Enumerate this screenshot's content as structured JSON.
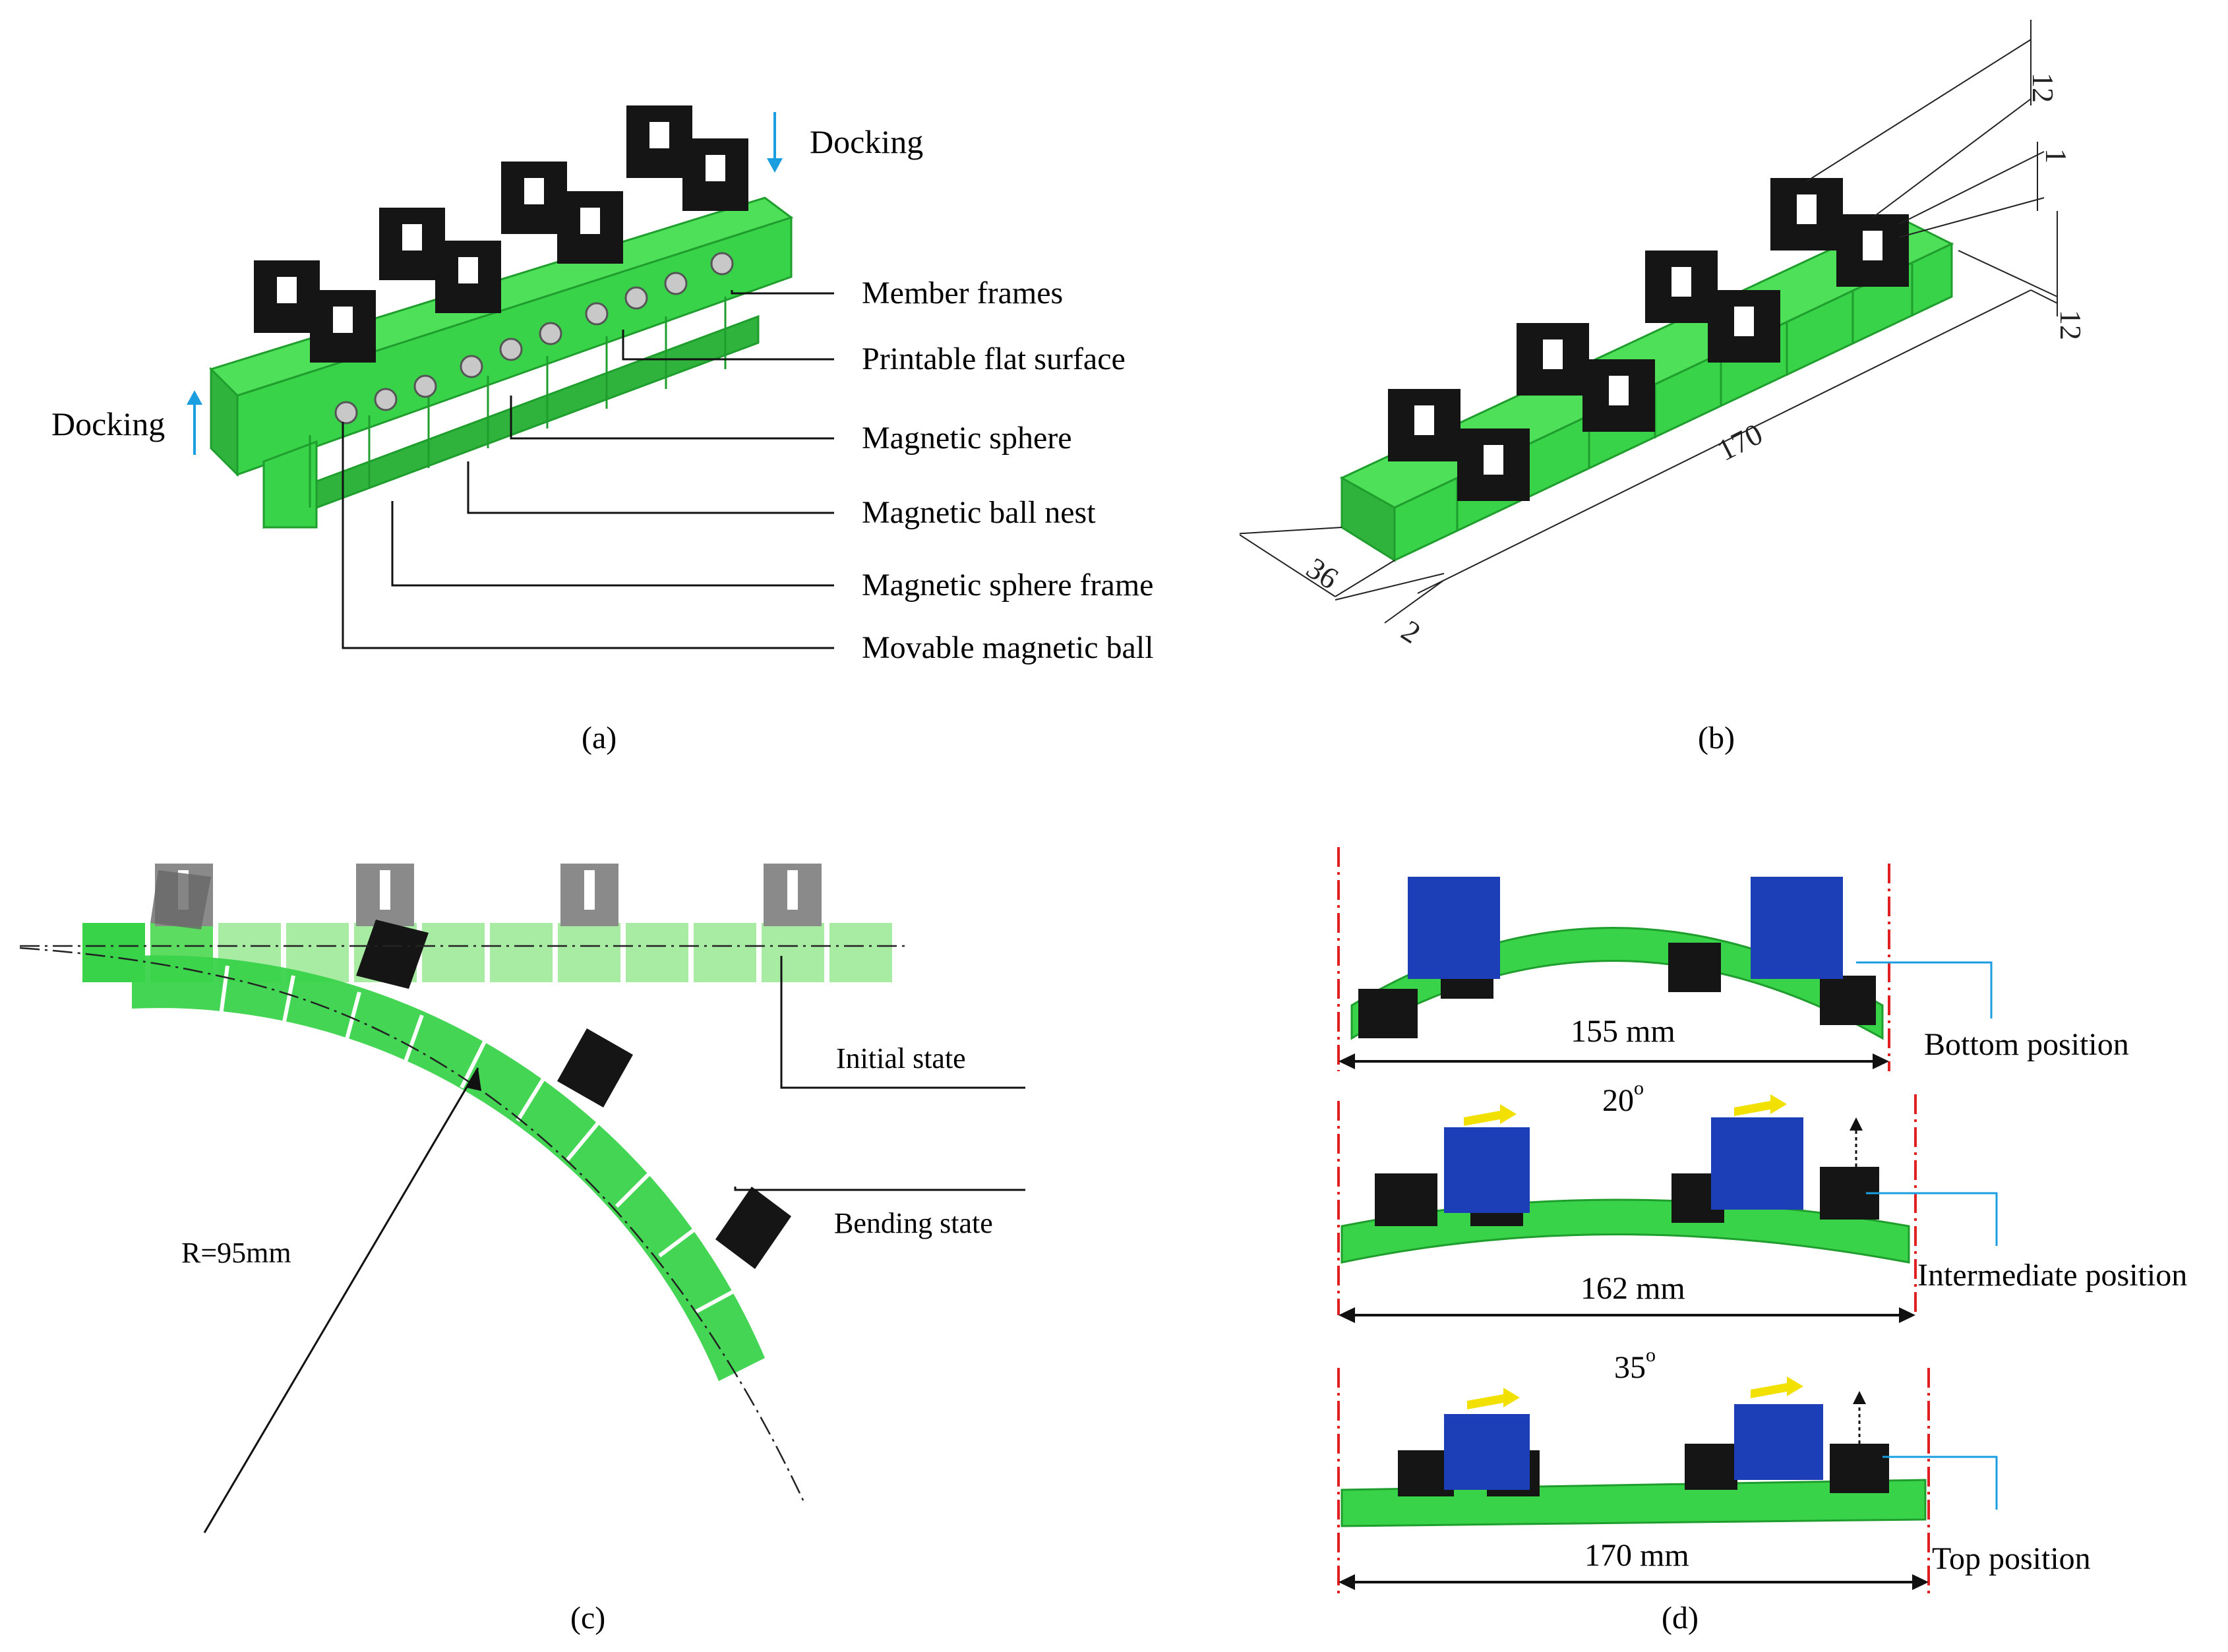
{
  "panels": {
    "a": {
      "caption": "(a)",
      "docking_top": "Docking",
      "docking_left": "Docking",
      "callouts": [
        "Member frames",
        "Printable flat surface",
        "Magnetic sphere",
        "Magnetic ball nest",
        "Magnetic sphere frame",
        "Movable magnetic ball"
      ]
    },
    "b": {
      "caption": "(b)",
      "dims": [
        "12",
        "1",
        "12",
        "170",
        "36",
        "2"
      ]
    },
    "c": {
      "caption": "(c)",
      "initial_state": "Initial state",
      "bending_state": "Bending state",
      "radius": "R=95mm"
    },
    "d": {
      "caption": "(d)",
      "rows": [
        {
          "width": "155 mm",
          "position": "Bottom position",
          "angle": ""
        },
        {
          "width": "162 mm",
          "position": "Intermediate position",
          "angle": "20"
        },
        {
          "width": "170 mm",
          "position": "Top position",
          "angle": "35"
        }
      ],
      "degree_symbol": "o"
    }
  },
  "colors": {
    "green": "#39d34a",
    "green_dark": "#1f9e2e",
    "green_light": "#a8eca4",
    "frame_black": "#151515",
    "servo_blue": "#1c3fb8",
    "callout_blue": "#1a9ee0",
    "dash_red": "#e02020"
  }
}
